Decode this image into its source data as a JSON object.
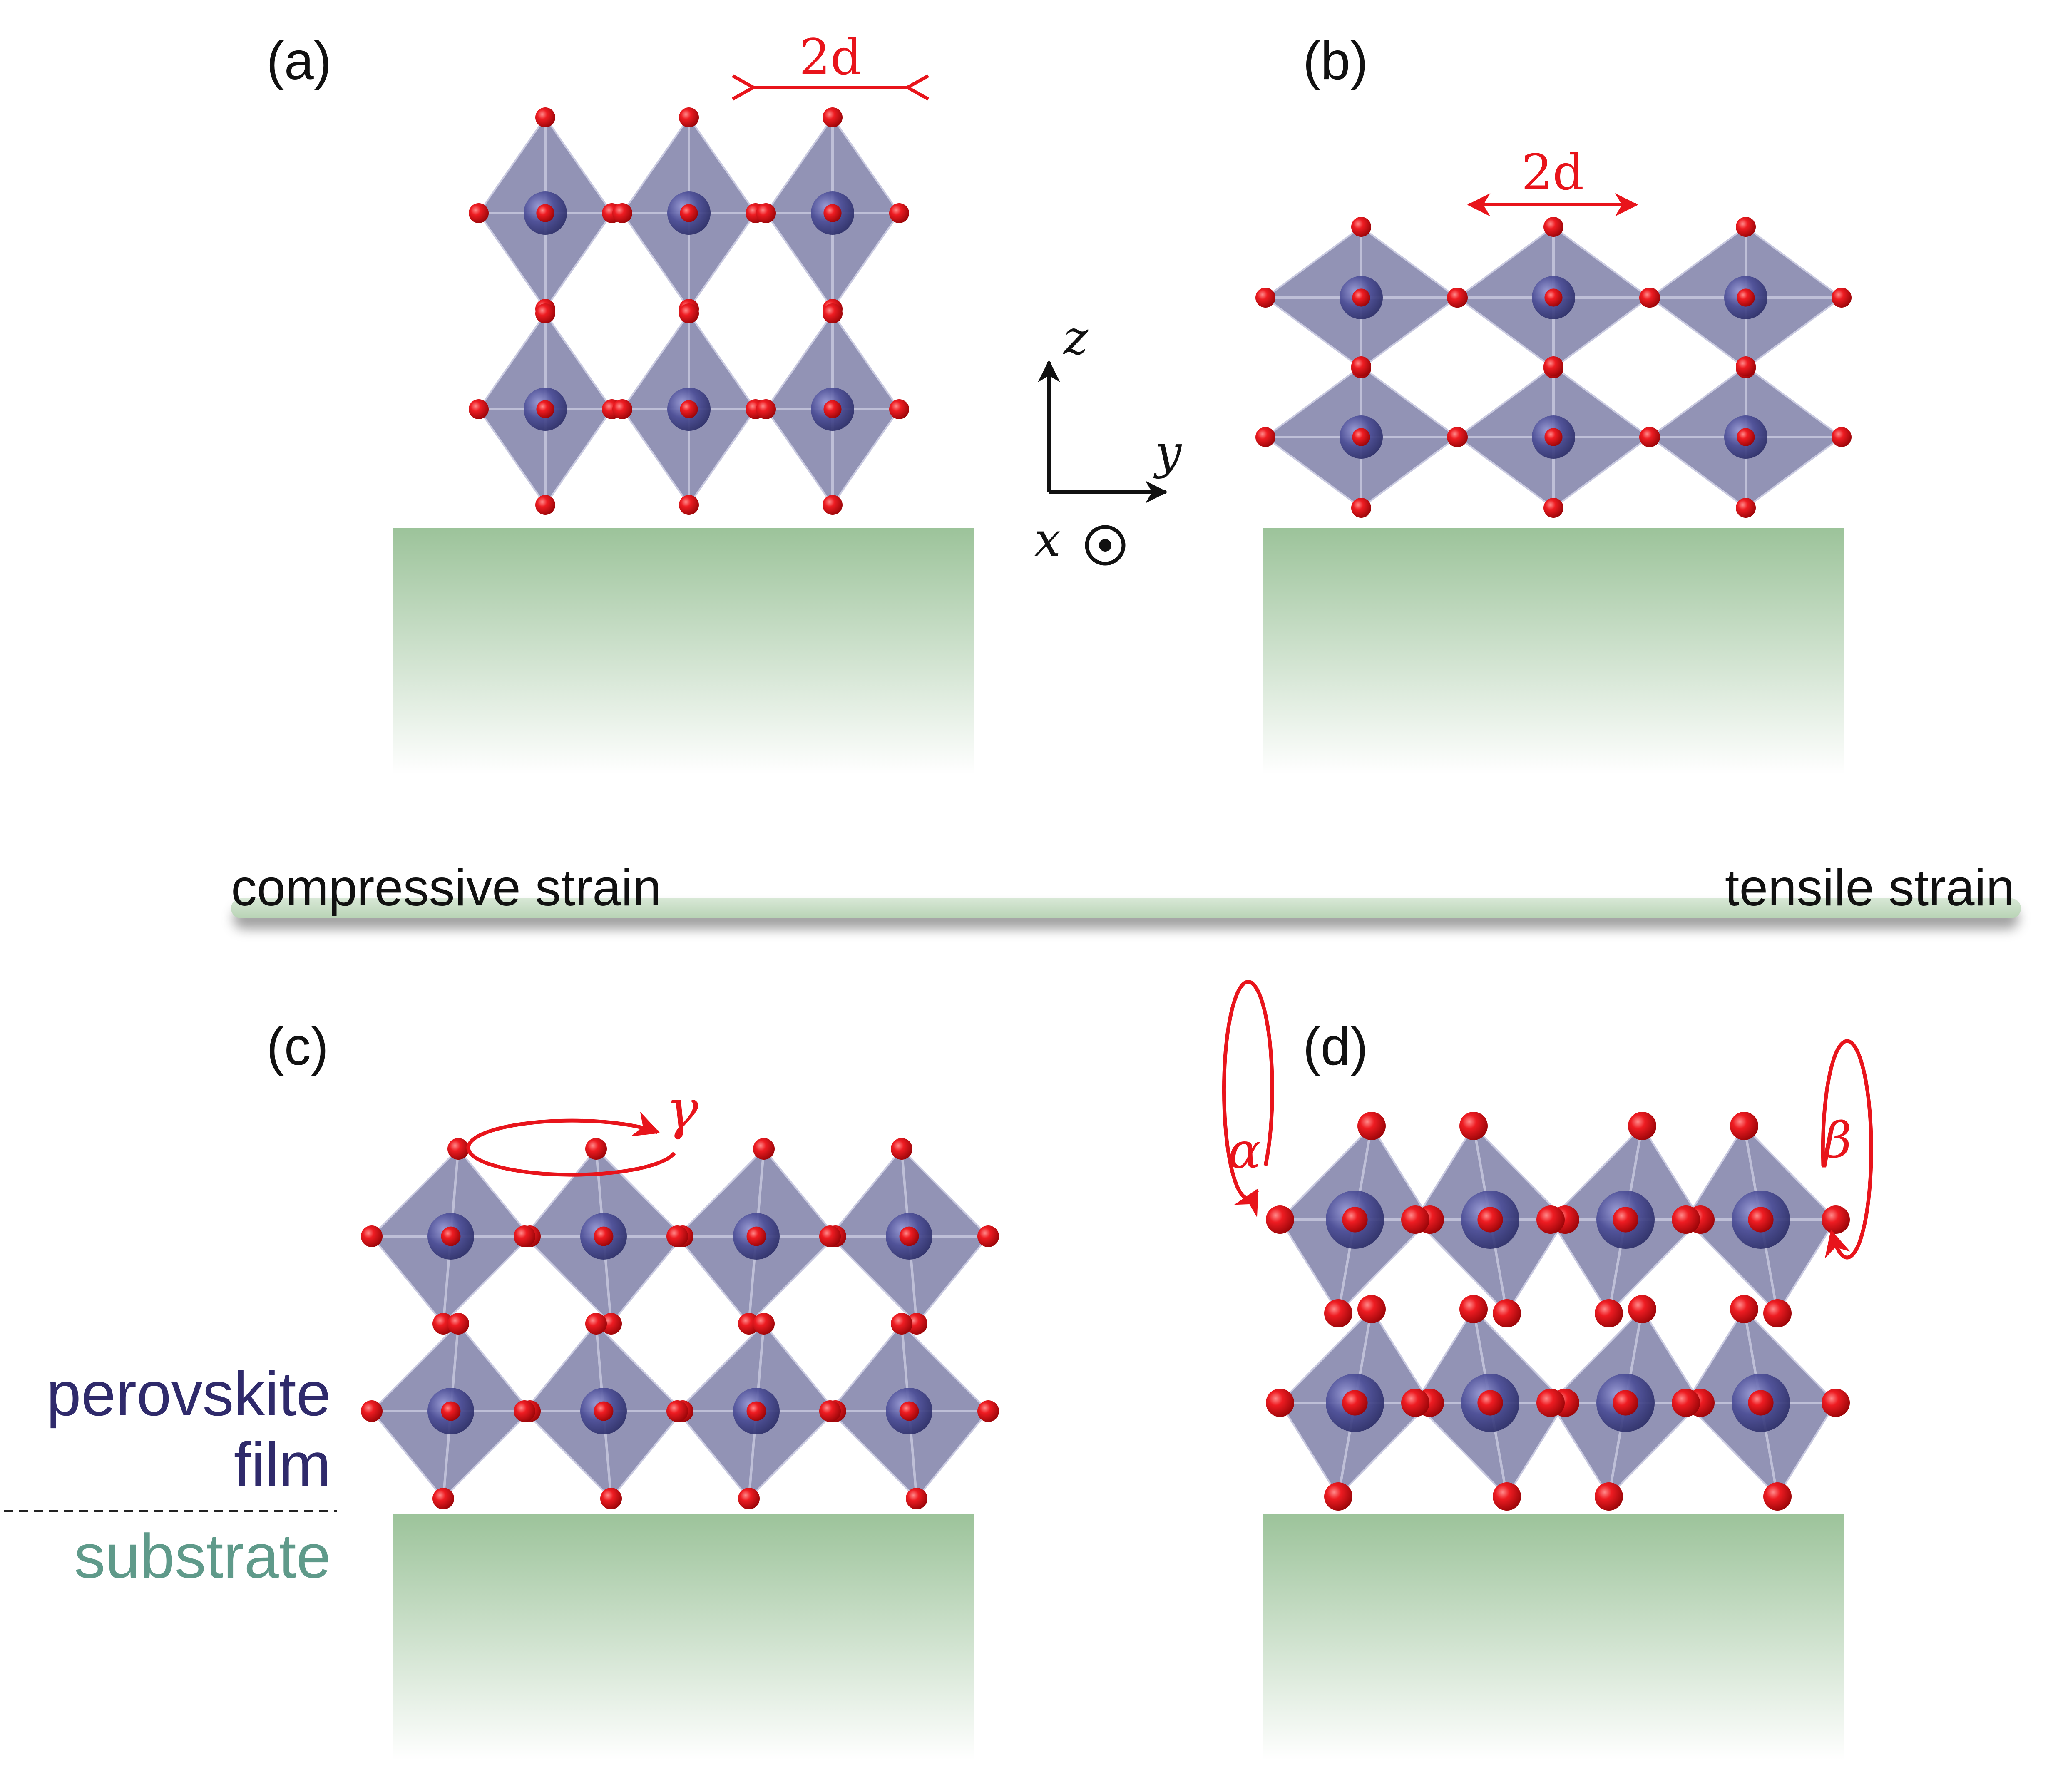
{
  "colors": {
    "oxygen": "#e8141b",
    "octahedron": "#7f80a8",
    "bcation": "#3b3d80",
    "substrate": "#9cc39a",
    "annotation": "#e8141b",
    "film_text": "#2f2a6b",
    "substrate_text": "#5f9a8a",
    "axis": "#111111"
  },
  "panels": [
    {
      "id": "a",
      "label": "(a)",
      "annotation": "2d"
    },
    {
      "id": "b",
      "label": "(b)",
      "annotation": "2d"
    },
    {
      "id": "c",
      "label": "(c)",
      "annotation": "γ"
    },
    {
      "id": "d",
      "label": "(d)",
      "annotation_left": "α",
      "annotation_right": "β"
    }
  ],
  "axes": {
    "z": "z",
    "y": "y",
    "x": "x",
    "x_symbol": "⊙"
  },
  "strain_scale": {
    "left": "compressive strain",
    "right": "tensile strain"
  },
  "legend": {
    "film_line1": "perovskite",
    "film_line2": "film",
    "substrate": "substrate"
  },
  "icons": [
    "octahedron-icon",
    "oxygen-atom-icon",
    "b-cation-icon",
    "rotation-arrow-icon",
    "double-arrow-icon"
  ]
}
